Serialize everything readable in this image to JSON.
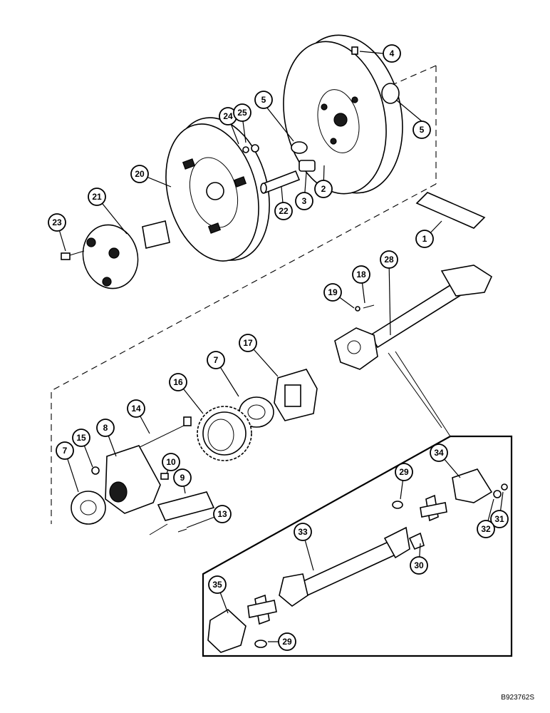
{
  "figure_id": "B923762S",
  "callouts": [
    "1",
    "2",
    "3",
    "4",
    "5",
    "5",
    "7",
    "7",
    "8",
    "9",
    "10",
    "13",
    "14",
    "15",
    "16",
    "17",
    "18",
    "19",
    "20",
    "21",
    "22",
    "23",
    "24",
    "25",
    "28",
    "29",
    "29",
    "30",
    "31",
    "32",
    "33",
    "34",
    "35"
  ]
}
